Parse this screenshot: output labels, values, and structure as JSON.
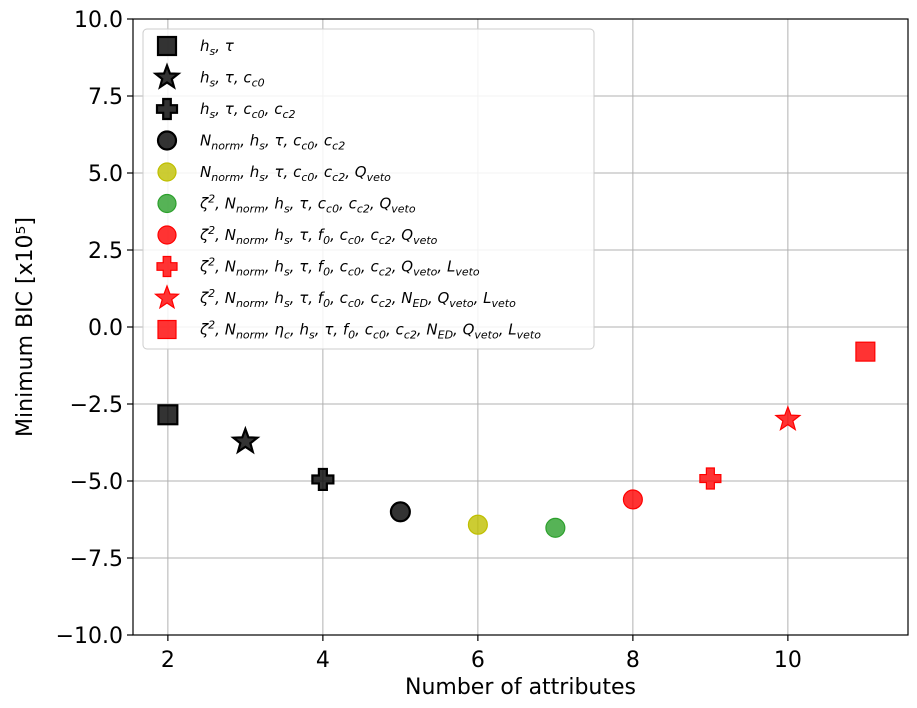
{
  "chart_data": {
    "type": "scatter",
    "xlabel": "Number of attributes",
    "ylabel": "Minimum BIC [x10⁵]",
    "xlim": [
      1.55,
      11.55
    ],
    "ylim": [
      -10.0,
      10.0
    ],
    "xticks": [
      2,
      4,
      6,
      8,
      10
    ],
    "yticks": [
      -10.0,
      -7.5,
      -5.0,
      -2.5,
      0.0,
      2.5,
      5.0,
      7.5,
      10.0
    ],
    "ytick_labels": [
      "−10.0",
      "−7.5",
      "−5.0",
      "−2.5",
      "0.0",
      "2.5",
      "5.0",
      "7.5",
      "10.0"
    ],
    "grid": true,
    "legend_position": "top-left",
    "series": [
      {
        "name": "h_s, τ",
        "marker": "square",
        "color": "#000000",
        "x": 2,
        "y": -2.85
      },
      {
        "name": "h_s, τ, c_c0",
        "marker": "star",
        "color": "#000000",
        "x": 3,
        "y": -3.72
      },
      {
        "name": "h_s, τ, c_c0, c_c2",
        "marker": "plus",
        "color": "#000000",
        "x": 4,
        "y": -4.95
      },
      {
        "name": "N_norm, h_s, τ, c_c0, c_c2",
        "marker": "circle",
        "color": "#000000",
        "x": 5,
        "y": -6.0
      },
      {
        "name": "N_norm, h_s, τ, c_c0, c_c2, Q_veto",
        "marker": "circle",
        "color": "#bfbf00",
        "x": 6,
        "y": -6.42
      },
      {
        "name": "ζ², N_norm, h_s, τ, c_c0, c_c2, Q_veto",
        "marker": "circle",
        "color": "#2ca02c",
        "x": 7,
        "y": -6.52
      },
      {
        "name": "ζ², N_norm, h_s, τ, f_0, c_c0, c_c2, Q_veto",
        "marker": "circle",
        "color": "#ff0000",
        "x": 8,
        "y": -5.6
      },
      {
        "name": "ζ², N_norm, h_s, τ, f_0, c_c0, c_c2, Q_veto, L_veto",
        "marker": "plus",
        "color": "#ff0000",
        "x": 9,
        "y": -4.92
      },
      {
        "name": "ζ², N_norm, h_s, τ, f_0, c_c0, c_c2, N_ED, Q_veto, L_veto",
        "marker": "star",
        "color": "#ff0000",
        "x": 10,
        "y": -3.0
      },
      {
        "name": "ζ², N_norm, η_c, h_s, τ, f_0, c_c0, c_c2, N_ED, Q_veto, L_veto",
        "marker": "square",
        "color": "#ff0000",
        "x": 11,
        "y": -0.8
      }
    ]
  }
}
